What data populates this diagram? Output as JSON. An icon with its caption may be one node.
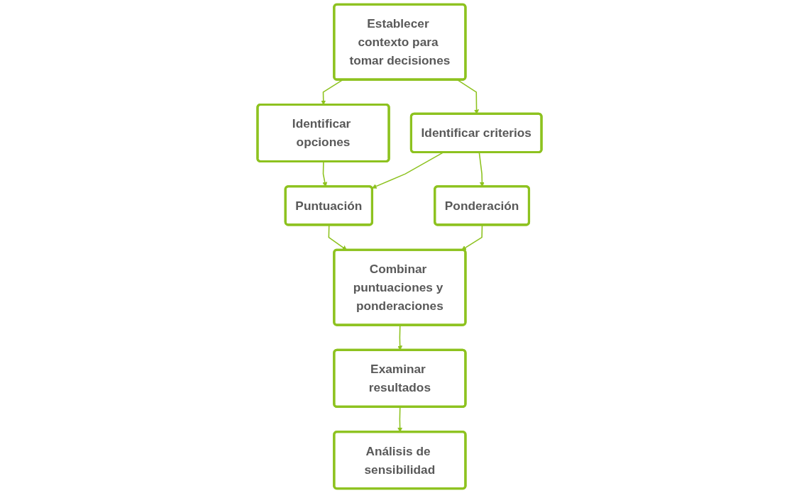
{
  "diagram": {
    "nodes": [
      {
        "text": [
          "Establecer contexto para tomar decisiones"
        ]
      },
      {
        "text": [
          "Identificar opciones"
        ]
      },
      {
        "text": [
          "Identificar criterios"
        ]
      },
      {
        "text": [
          "Puntuación"
        ]
      },
      {
        "text": [
          "Ponderación"
        ]
      },
      {
        "text": [
          "Combinar puntuaciones y ponderaciones"
        ]
      },
      {
        "text": [
          "Examinar resultados"
        ]
      },
      {
        "text": [
          "Análisis de sensibilidad"
        ]
      }
    ],
    "edges": [
      {
        "from": 0,
        "to": 1,
        "arrow": "to"
      },
      {
        "from": 0,
        "to": 2,
        "arrow": "to"
      },
      {
        "from": 1,
        "to": 3,
        "arrow": "to"
      },
      {
        "from": 2,
        "to": 3,
        "arrow": "to"
      },
      {
        "from": 2,
        "to": 4,
        "arrow": "to"
      },
      {
        "from": 3,
        "to": 5,
        "arrow": "to"
      },
      {
        "from": 4,
        "to": 5,
        "arrow": "to"
      },
      {
        "from": 5,
        "to": 6,
        "arrow": "to"
      },
      {
        "from": 6,
        "to": 7,
        "arrow": "to"
      }
    ]
  }
}
